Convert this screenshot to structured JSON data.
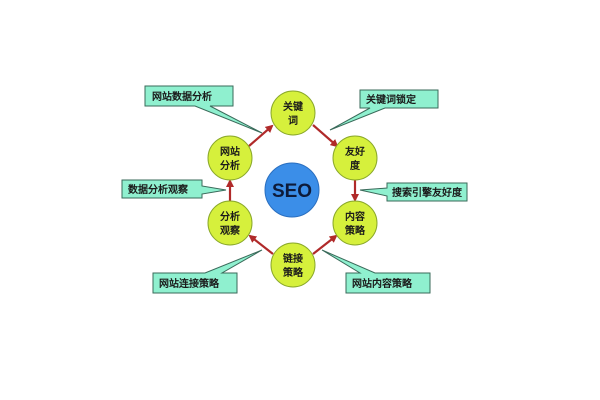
{
  "diagram": {
    "colors": {
      "center_fill": "#3b8ee8",
      "center_stroke": "#2a6fc0",
      "node_fill": "#d6f03c",
      "node_stroke": "#8aa82a",
      "arrow": "#b02a2a",
      "callout_fill": "#8ff0cf",
      "callout_stroke": "#3a6a5a"
    },
    "center": {
      "label": "SEO"
    },
    "nodes": [
      {
        "id": "keyword",
        "lines": [
          "关键",
          "词"
        ]
      },
      {
        "id": "friendliness",
        "lines": [
          "友好",
          "度"
        ]
      },
      {
        "id": "content-strategy",
        "lines": [
          "内容",
          "策略"
        ]
      },
      {
        "id": "link-strategy",
        "lines": [
          "链接",
          "策略"
        ]
      },
      {
        "id": "analysis-observation",
        "lines": [
          "分析",
          "观察"
        ]
      },
      {
        "id": "site-analysis",
        "lines": [
          "网站",
          "分析"
        ]
      }
    ],
    "callouts": [
      {
        "id": "site-data-analysis",
        "label": "网站数据分析"
      },
      {
        "id": "keyword-lock",
        "label": "关键词锁定"
      },
      {
        "id": "data-analysis-observation",
        "label": "数据分析观察"
      },
      {
        "id": "search-engine-friendliness",
        "label": "搜索引擎友好度"
      },
      {
        "id": "site-link-strategy",
        "label": "网站连接策略"
      },
      {
        "id": "site-content-strategy",
        "label": "网站内容策略"
      }
    ]
  }
}
